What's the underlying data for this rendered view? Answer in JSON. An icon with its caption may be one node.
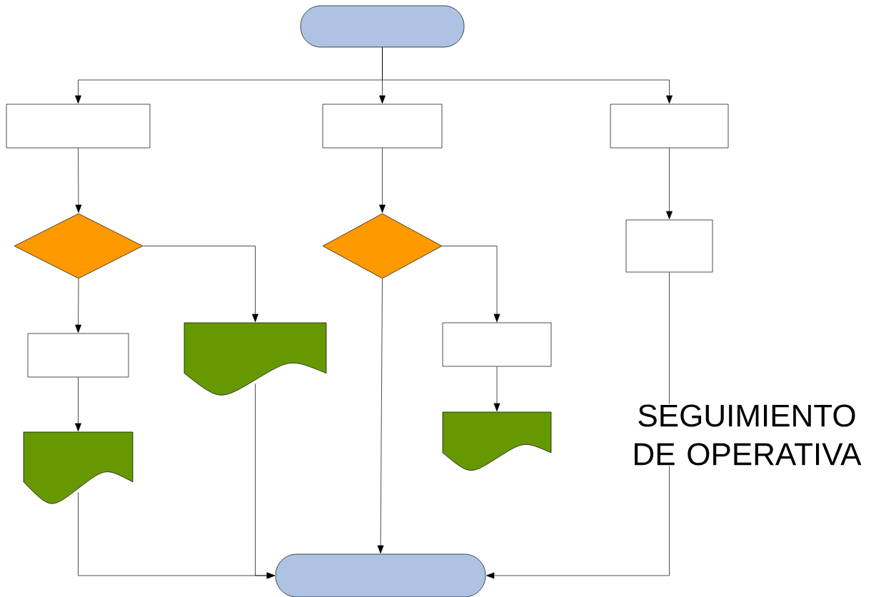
{
  "diagram": {
    "nodes": [
      {
        "text": [],
        "shape": "terminal"
      },
      {
        "text": [],
        "shape": "box"
      },
      {
        "text": [],
        "shape": "box"
      },
      {
        "text": [],
        "shape": "box"
      },
      {
        "text": [],
        "shape": "diamond"
      },
      {
        "text": [],
        "shape": "diamond"
      },
      {
        "text": [],
        "shape": "box"
      },
      {
        "text": [],
        "shape": "box"
      },
      {
        "text": [],
        "shape": "document"
      },
      {
        "text": [],
        "shape": "box"
      },
      {
        "text": [],
        "shape": "document"
      },
      {
        "text": [],
        "shape": "document"
      },
      {
        "text": [],
        "shape": "terminal"
      }
    ],
    "edges": [
      {
        "from": 0,
        "to": 1,
        "arrow": "to"
      },
      {
        "from": 0,
        "to": 2,
        "arrow": "to"
      },
      {
        "from": 0,
        "to": 3,
        "arrow": "to"
      },
      {
        "from": 1,
        "to": 4,
        "arrow": "to"
      },
      {
        "from": 2,
        "to": 5,
        "arrow": "to"
      },
      {
        "from": 3,
        "to": 6,
        "arrow": "to"
      },
      {
        "from": 4,
        "to": 7,
        "arrow": "to"
      },
      {
        "from": 4,
        "to": 8,
        "arrow": "to"
      },
      {
        "from": 5,
        "to": 9,
        "arrow": "to"
      },
      {
        "from": 5,
        "to": 12,
        "arrow": "to"
      },
      {
        "from": 7,
        "to": 10,
        "arrow": "to"
      },
      {
        "from": 9,
        "to": 11,
        "arrow": "to"
      },
      {
        "from": 10,
        "to": 12,
        "arrow": "to"
      },
      {
        "from": 8,
        "to": 12,
        "arrow": "to"
      },
      {
        "from": 6,
        "to": 12,
        "arrow": "to"
      }
    ],
    "labels": [
      "SEGUIMIENTO DE OPERATIVA"
    ]
  }
}
